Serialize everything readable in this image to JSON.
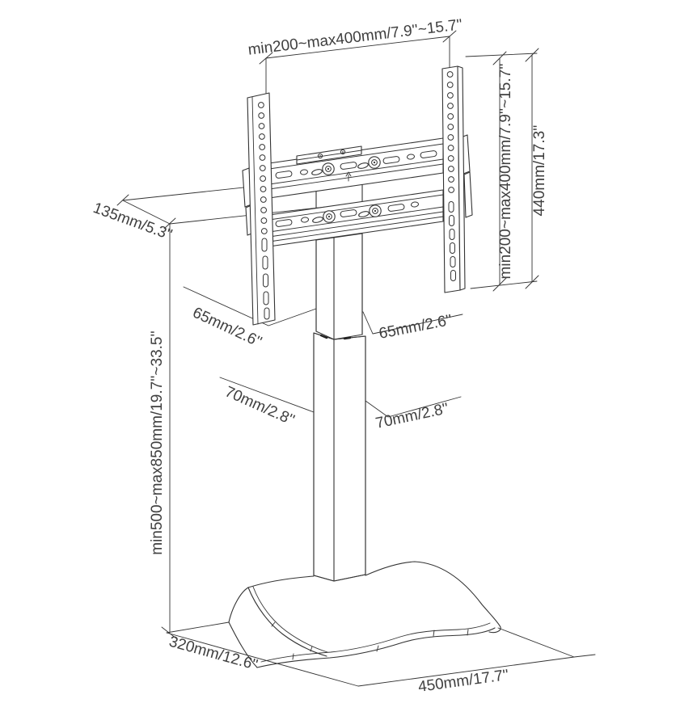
{
  "meta": {
    "description": "Dimensional technical drawing of a TV floor stand with tilting VESA bracket, telescoping column and curved base"
  },
  "colors": {
    "background": "#ffffff",
    "line": "#333333",
    "label_text": "#3f3f3f"
  },
  "labels": {
    "vesa_width_top": "min200~max400mm/7.9''~15.7''",
    "vesa_height_right": "min200~max400mm/7.9''~15.7''",
    "bracket_height_right": "440mm/17.3''",
    "bracket_depth_left": "135mm/5.3''",
    "stand_height_left": "min500~max850mm/19.7''~33.5''",
    "upper_column_width_left": "65mm/2.6''",
    "upper_column_width_right": "65mm/2.6''",
    "lower_column_width_left": "70mm/2.8''",
    "lower_column_width_right": "70mm/2.8''",
    "base_depth_bottom_left": "320mm/12.6''",
    "base_width_bottom": "450mm/17.7''"
  }
}
